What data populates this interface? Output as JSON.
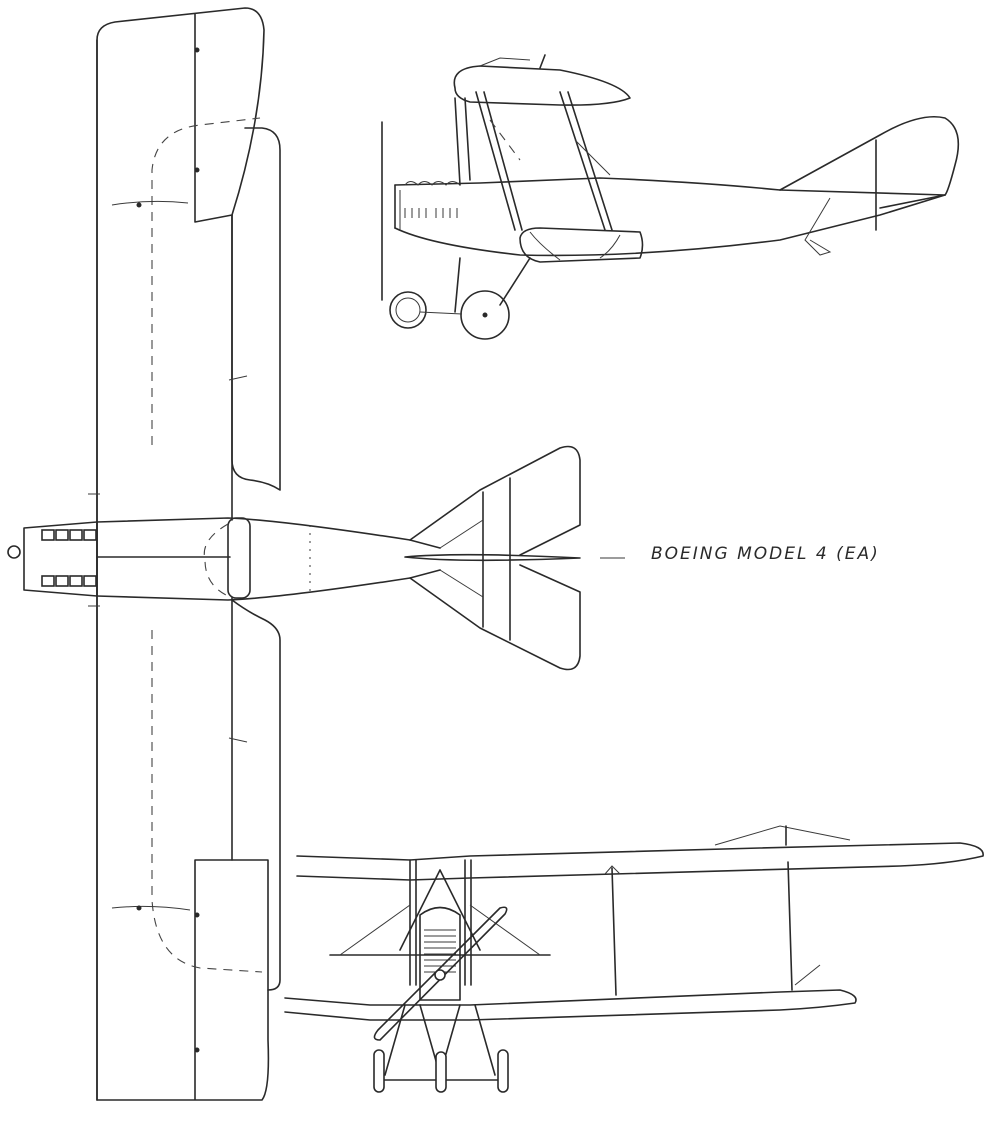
{
  "drawing": {
    "title": "BOEING MODEL 4 (EA)",
    "type": "three-view aircraft line drawing",
    "views": [
      {
        "name": "plan-view",
        "description": "top view of biplane, left half of wing span with fuselage and tailplane"
      },
      {
        "name": "side-view",
        "description": "side elevation of biplane"
      },
      {
        "name": "front-view",
        "description": "front elevation, half span with propeller and landing gear"
      }
    ],
    "colors": {
      "line": "#2a2a2a",
      "background": "#ffffff"
    }
  }
}
